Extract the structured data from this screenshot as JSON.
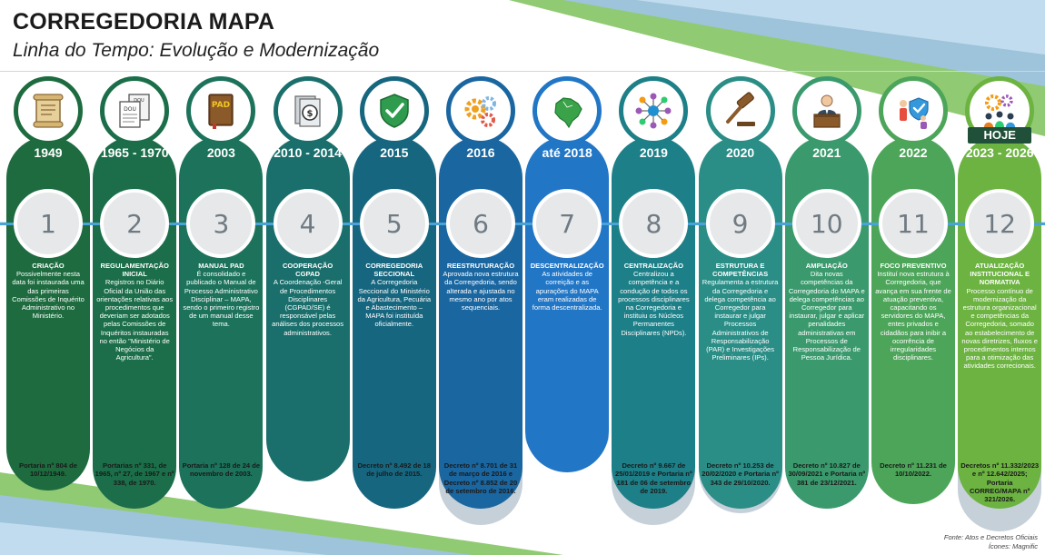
{
  "header": {
    "title": "CORREGEDORIA MAPA",
    "subtitle": "Linha do Tempo: Evolução e Modernização"
  },
  "colors": {
    "connector_line": "#4aa3d8",
    "legal_box": "#c5d0d9",
    "number_circle": "#e6e8ea",
    "hoje_badge": "#21503a"
  },
  "timeline": [
    {
      "year": "1949",
      "number": "1",
      "title": "CRIAÇÃO",
      "description": "Possivelmente nesta data foi instaurada uma das primeiras Comissões de Inquérito Administrativo no Ministério.",
      "legal": "Portaria nº 804 de 10/12/1949.",
      "icon": "scroll-icon",
      "color": "#1d6b3f",
      "pill_end": 520
    },
    {
      "year": "1965 - 1970",
      "number": "2",
      "title": "REGULAMENTAÇÃO INICIAL",
      "description": "Registros no Diário Oficial da União das orientações relativas aos procedimentos que deveriam ser adotados pelas Comissões de Inquéritos instauradas no então \"Ministério de Negócios da Agricultura\".",
      "legal": "Portarias nº 331, de 1965, nº 27, de 1967 e nº 338, de 1970.",
      "icon": "documents-icon",
      "color": "#1b6e49",
      "pill_end": 560
    },
    {
      "year": "2003",
      "number": "3",
      "title": "MANUAL PAD",
      "description": "É consolidado e publicado o Manual de Processo Administrativo Disciplinar – MAPA, sendo o primeiro registro de um manual desse tema.",
      "legal": "Portaria nº 128 de 24 de novembro de 2003.",
      "icon": "book-pad-icon",
      "color": "#1c725a",
      "pill_end": 545
    },
    {
      "year": "2010 - 2014",
      "number": "4",
      "title": "COOPERAÇÃO CGPAD",
      "description": "A Coordenação -Geral de Procedimentos Disciplinares (CGPAD/SE) é responsável pelas análises dos processos administrativos.",
      "legal": "",
      "icon": "money-document-icon",
      "color": "#1a6f6c",
      "pill_end": 510
    },
    {
      "year": "2015",
      "number": "5",
      "title": "CORREGEDORIA SECCIONAL",
      "description": "A Corregedoria Seccional do Ministério da Agricultura, Pecuária e Abastecimento – MAPA foi instituída oficialmente.",
      "legal": "Decreto nº 8.492 de 18 de julho de 2015.",
      "icon": "shield-check-icon",
      "color": "#17667f",
      "pill_end": 548
    },
    {
      "year": "2016",
      "number": "6",
      "title": "REESTRUTURAÇÃO",
      "description": "Aprovada nova estrutura da Corregedoria, sendo alterada e ajustada no mesmo ano por atos sequenciais.",
      "legal": "Decreto nº 8.701 de 31 de março de 2016 e Decreto nº 8.852 de 20 de setembro de 2016.",
      "icon": "gears-icon",
      "color": "#1a66a0",
      "pill_end": 578
    },
    {
      "year": "até 2018",
      "number": "7",
      "title": "DESCENTRALIZAÇÃO",
      "description": "As atividades de correição e as apurações do MAPA eram realizadas de forma descentralizada.",
      "legal": "",
      "icon": "brazil-map-icon",
      "color": "#2176c6",
      "pill_end": 500
    },
    {
      "year": "2019",
      "number": "8",
      "title": "CENTRALIZAÇÃO",
      "description": "Centralizou a competência e a condução de todos os processos disciplinares na Corregedoria e instituiu os Núcleos Permanentes Disciplinares (NPDs).",
      "legal": "Decreto nº 9.667 de 25/01/2019 e Portaria nº 181 de 06 de setembro de 2019.",
      "icon": "network-icon",
      "color": "#1d7f87",
      "pill_end": 578
    },
    {
      "year": "2020",
      "number": "9",
      "title": "ESTRUTURA E COMPETÊNCIAS",
      "description": "Regulamenta a estrutura da Corregedoria e delega competência ao Corregedor para instaurar e julgar Processos Administrativos de Responsabilização (PAR) e Investigações Preliminares (IPs).",
      "legal": "Decreto nº 10.253 de 20/02/2020 e Portaria nº 343 de 29/10/2020.",
      "icon": "gavel-icon",
      "color": "#2a8d86",
      "pill_end": 565
    },
    {
      "year": "2021",
      "number": "10",
      "title": "AMPLIAÇÃO",
      "description": "Dita novas competências da Corregedoria do MAPA e delega competências ao Corregedor para instaurar, julgar e aplicar penalidades administrativas em Processos de Responsabilização de Pessoa Jurídica.",
      "legal": "Decreto nº 10.827 de 30/09/2021 e Portaria nº 381 de 23/12/2021.",
      "icon": "speaker-podium-icon",
      "color": "#3b9a6d",
      "pill_end": 560
    },
    {
      "year": "2022",
      "number": "11",
      "title": "FOCO PREVENTIVO",
      "description": "Instituí nova estrutura à Corregedoria, que avança em sua frente de atuação preventiva, capacitando os servidores do MAPA, entes privados e cidadãos para inibir a ocorrência de irregularidades disciplinares.",
      "legal": "Decreto nº 11.231 de 10/10/2022.",
      "icon": "people-shield-icon",
      "color": "#4da55a",
      "pill_end": 535
    },
    {
      "year": "2023 - 2026",
      "number": "12",
      "title": "ATUALIZAÇÃO INSTITUCIONAL E NORMATIVA",
      "description": "Processo contínuo de modernização da estrutura organizacional e competências da Corregedoria, somado ao estabelecimento de novas diretrizes, fluxos e procedimentos internos para a otimização das atividades correcionais.",
      "legal": "Decretos nº 11.332/2023 e nº 12.642/2025; Portaria CORREG/MAPA nº 321/2026.",
      "icon": "team-gears-icon",
      "color": "#6cb341",
      "pill_end": 585,
      "badge": "HOJE"
    }
  ],
  "footer": {
    "source_line1": "Fonte: Atos e Decretos Oficiais",
    "source_line2": "Ícones: Magnific"
  }
}
